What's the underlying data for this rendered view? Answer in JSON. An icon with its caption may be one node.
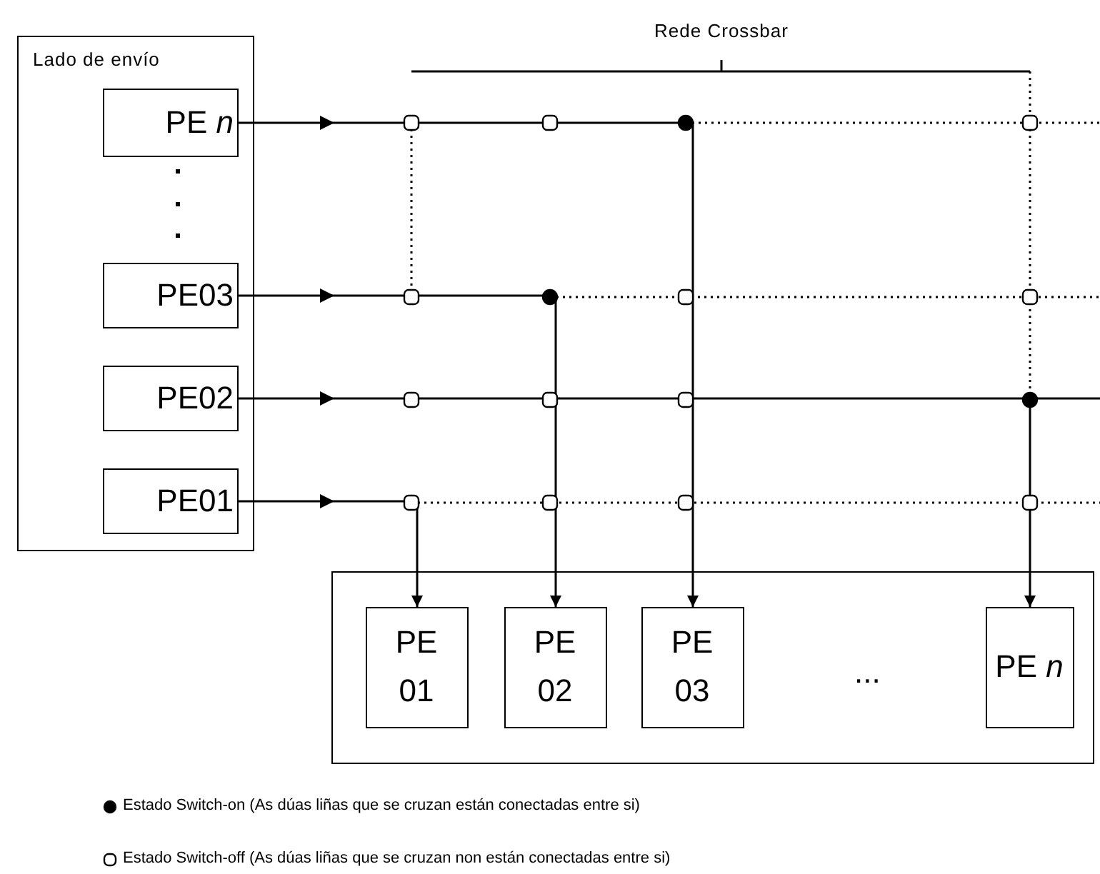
{
  "diagram": {
    "nodes": [
      {
        "text": [
          "Lado de envío"
        ]
      },
      {
        "text": [
          "PE *n*"
        ],
        "in": 0
      },
      {
        "text": [
          "PE03"
        ],
        "in": 0
      },
      {
        "text": [
          "PE02"
        ],
        "in": 0
      },
      {
        "text": [
          "PE01"
        ],
        "in": 0
      },
      {
        "text": [],
        "shape": "box"
      },
      {
        "text": [
          "PE 01"
        ],
        "in": 5
      },
      {
        "text": [
          "PE 02"
        ],
        "in": 5
      },
      {
        "text": [
          "PE 03"
        ],
        "in": 5
      },
      {
        "text": [
          "PE *n*"
        ],
        "in": 5
      }
    ],
    "edges": [
      {
        "from": 1,
        "to": 8,
        "arrow": "to"
      },
      {
        "from": 2,
        "to": 7,
        "arrow": "to"
      },
      {
        "from": 3,
        "to": 9,
        "arrow": "to"
      },
      {
        "from": 4,
        "to": 6,
        "arrow": "to"
      }
    ],
    "labels": [
      "Rede Crossbar",
      "..."
    ],
    "legend": [
      {
        "text": "Estado Switch-on (As dúas liñas que se cruzan están conectadas entre si)"
      },
      {
        "text": "Estado Switch-off (As dúas liñas que se cruzan non están conectadas entre si)"
      }
    ]
  }
}
